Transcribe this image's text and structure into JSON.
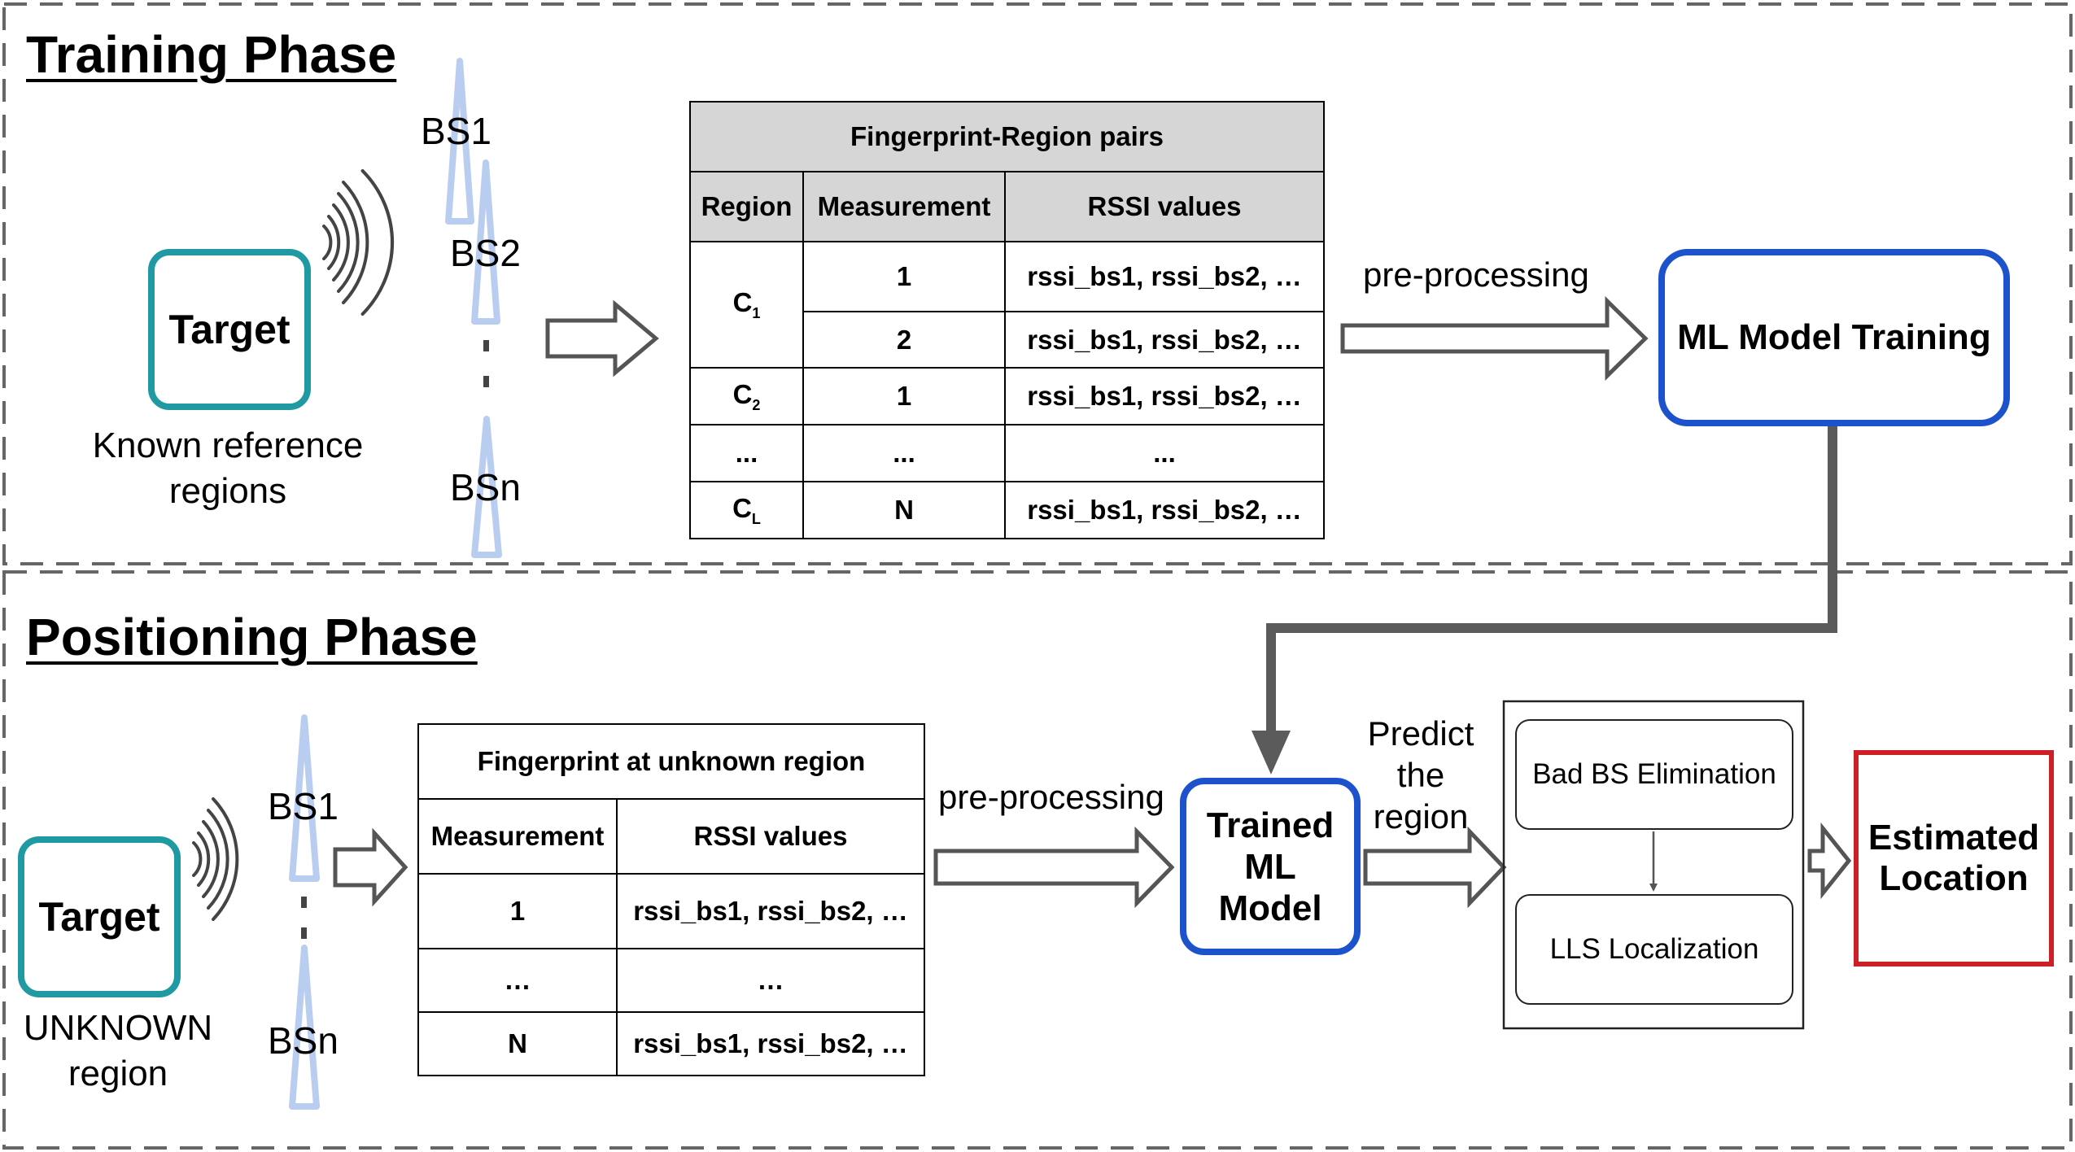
{
  "training": {
    "title": "Training Phase",
    "target": {
      "label": "Target",
      "caption": "Known reference regions"
    },
    "base_stations": [
      "BS1",
      "BS2",
      "BSn"
    ],
    "table": {
      "title": "Fingerprint-Region pairs",
      "headers": [
        "Region",
        "Measurement",
        "RSSI values"
      ],
      "rows": [
        {
          "region": "C",
          "region_sub": "1",
          "measurement": "1",
          "rssi": "rssi_bs1, rssi_bs2, …"
        },
        {
          "region": "",
          "region_sub": "",
          "measurement": "2",
          "rssi": "rssi_bs1, rssi_bs2, …"
        },
        {
          "region": "C",
          "region_sub": "2",
          "measurement": "1",
          "rssi": "rssi_bs1, rssi_bs2, …"
        },
        {
          "region": "...",
          "region_sub": "",
          "measurement": "...",
          "rssi": "..."
        },
        {
          "region": "C",
          "region_sub": "L",
          "measurement": "N",
          "rssi": "rssi_bs1, rssi_bs2, …"
        }
      ]
    },
    "arrow_label": "pre-processing",
    "model_box": "ML Model Training"
  },
  "positioning": {
    "title": "Positioning Phase",
    "target": {
      "label": "Target",
      "caption": "UNKNOWN region"
    },
    "base_stations": [
      "BS1",
      "BSn"
    ],
    "table": {
      "title": "Fingerprint at unknown region",
      "headers": [
        "Measurement",
        "RSSI values"
      ],
      "rows": [
        {
          "measurement": "1",
          "rssi": "rssi_bs1, rssi_bs2, …"
        },
        {
          "measurement": "…",
          "rssi": "…"
        },
        {
          "measurement": "N",
          "rssi": "rssi_bs1, rssi_bs2, …"
        }
      ]
    },
    "arrow_label": "pre-processing",
    "trained_model": "Trained ML Model",
    "predict_label": "Predict the region",
    "steps": [
      "Bad BS Elimination",
      "LLS Localization"
    ],
    "output": "Estimated Location"
  },
  "colors": {
    "target_border": "#1f9aa2",
    "model_border": "#1c52cc",
    "output_border": "#cc1f26",
    "antenna": "#b9cdf0",
    "table_header": "#d6d6d6",
    "phase_border": "#666666"
  },
  "icons": [
    "antenna-icon",
    "wireless-signal-icon",
    "hollow-arrow-icon"
  ]
}
